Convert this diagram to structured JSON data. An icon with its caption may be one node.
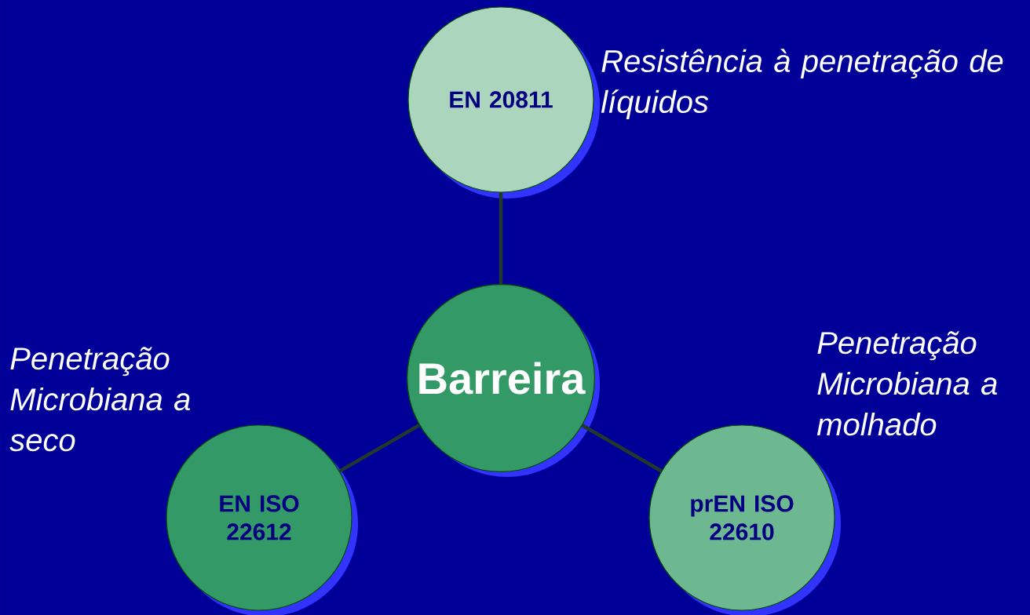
{
  "diagram": {
    "nodes": [
      {
        "text": [
          "EN 20811"
        ],
        "beside": [
          "Resistência à penetração de líquidos"
        ]
      },
      {
        "text": [
          "Barreira"
        ]
      },
      {
        "text": [
          "EN ISO 22612"
        ],
        "beside": [
          "Penetração Microbiana a seco"
        ]
      },
      {
        "text": [
          "prEN ISO 22610"
        ],
        "beside": [
          "Penetração Microbiana a molhado"
        ]
      }
    ],
    "edges": [
      {
        "from": 1,
        "to": 0,
        "arrow": "none"
      },
      {
        "from": 1,
        "to": 2,
        "arrow": "none"
      },
      {
        "from": 1,
        "to": 3,
        "arrow": "none"
      }
    ]
  }
}
